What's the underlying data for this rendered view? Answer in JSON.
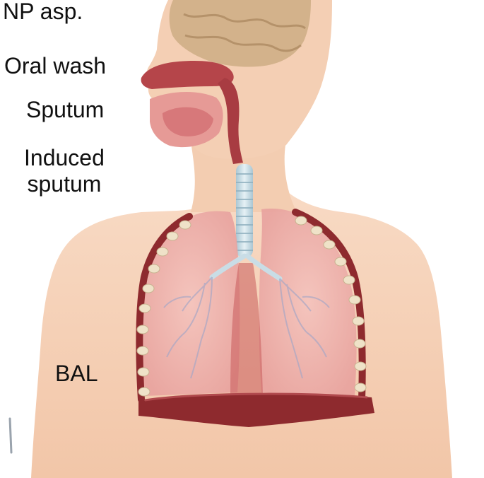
{
  "labels": {
    "np_asp": "NP asp.",
    "oral_wash": "Oral wash",
    "sputum": "Sputum",
    "induced_sputum_line1": "Induced",
    "induced_sputum_line2": "sputum",
    "bal": "BAL"
  },
  "colors": {
    "skin": "#f6d2b8",
    "skin_shadow": "#e9b79a",
    "lung": "#efb3ad",
    "lung_dark": "#d98f8c",
    "airway": "#b94a4a",
    "muscle": "#8e2a2e",
    "cartilage": "#c9dde6",
    "brain": "#c9a77f",
    "rib_bead": "#efe2c8",
    "text": "#111111"
  }
}
